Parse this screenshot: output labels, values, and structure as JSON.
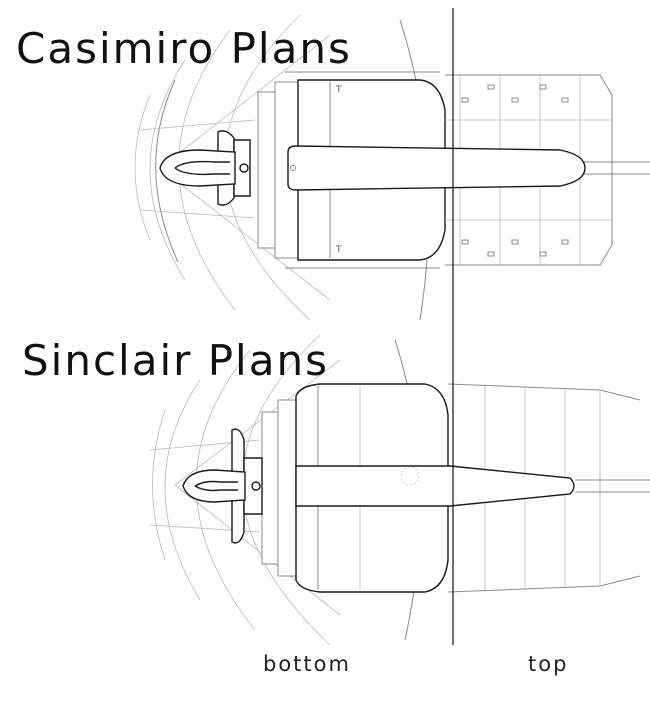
{
  "titles": {
    "top": "Casimiro Plans",
    "bottom": "Sinclair Plans"
  },
  "view_labels": {
    "bottom": "bottom",
    "top": "top"
  },
  "colors": {
    "background": "#ffffff",
    "line": "#1a1a1a",
    "faint_line": "#b9b9b9"
  }
}
